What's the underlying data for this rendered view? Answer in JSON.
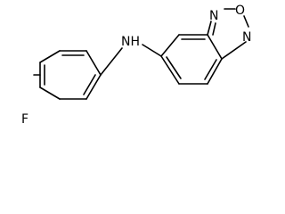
{
  "molecule": {
    "atoms": [
      {
        "id": "F",
        "label": "F"
      },
      {
        "id": "NH",
        "label": "NH"
      },
      {
        "id": "N1",
        "label": "N"
      },
      {
        "id": "O",
        "label": "O"
      },
      {
        "id": "N2",
        "label": "N"
      }
    ],
    "colors": {
      "bond": "#000000",
      "text": "#000000",
      "background": "#ffffff"
    }
  }
}
